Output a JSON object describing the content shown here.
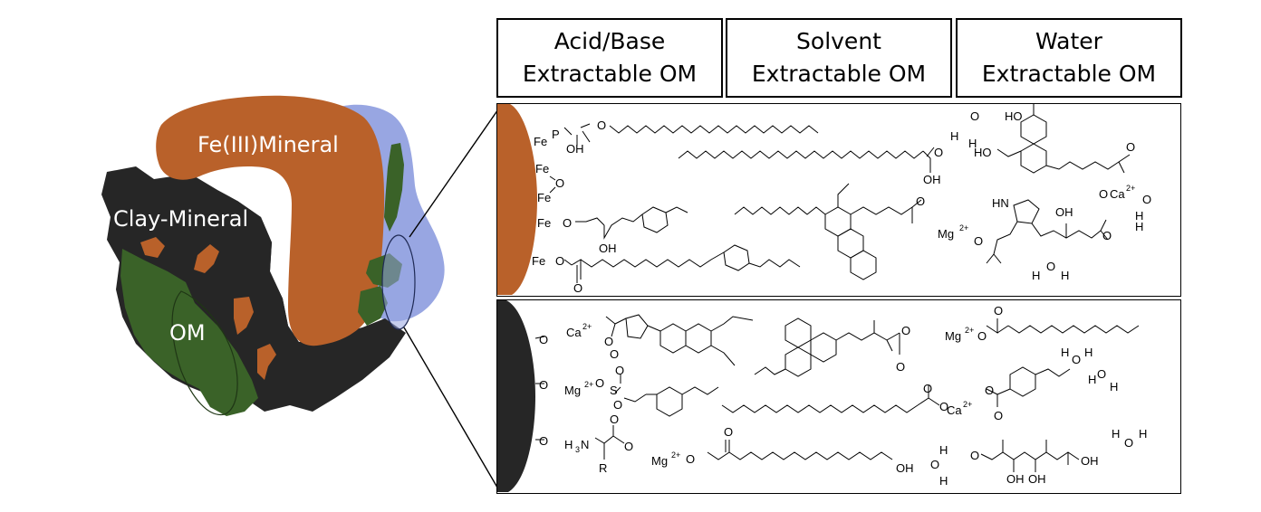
{
  "headers": [
    {
      "line1": "Acid/Base",
      "line2": "Extractable OM"
    },
    {
      "line1": "Solvent",
      "line2": "Extractable OM"
    },
    {
      "line1": "Water",
      "line2": "Extractable OM"
    }
  ],
  "particle_labels": {
    "fe_mineral": "Fe(III)Mineral",
    "clay_mineral": "Clay-Mineral",
    "om": "OM"
  },
  "colors": {
    "fe_mineral": "#b9612a",
    "clay_mineral": "#262626",
    "om": "#3a6228",
    "om_light": "#4e7a34",
    "blue_halo": "#98a6e2"
  },
  "top_panel_text": {
    "fe1": "Fe",
    "p": "P",
    "o_p": "O",
    "oh_p": "OH",
    "fe2": "Fe",
    "o_bridge": "O",
    "fe3": "Fe",
    "fe4": "Fe",
    "o_ether": "O",
    "oh_ether": "OH",
    "fe5": "Fe",
    "o_ester": "O",
    "o_ester_carbonyl": "O",
    "acid_o": "O",
    "acid_oh": "OH",
    "naph_o": "O",
    "mg": "Mg",
    "mg_charge": "2+",
    "water1_h": "H",
    "water1_o": "O",
    "water1_h2": "H",
    "ho_top": "HO",
    "ho_side": "HO",
    "carbox_o": "O",
    "nh": "HN",
    "oh_pyr": "OH",
    "pyr_o1": "O",
    "pyr_o2": "O",
    "pyr_o3": "O",
    "ca": "Ca",
    "ca_charge": "2+",
    "water2_o": "O",
    "water2_h1": "H",
    "water2_h2": "H",
    "water3": "H",
    "water3_o": "O",
    "water3_h2": "H"
  },
  "bottom_panel_text": {
    "o1": "O",
    "ca": "Ca",
    "ca_charge": "2+",
    "cyc_o1": "O",
    "cyc_o2": "O",
    "o2": "O",
    "mg1": "Mg",
    "mg1_charge": "2+",
    "s": "S",
    "so1": "O",
    "so2": "O",
    "so3": "O",
    "o3": "O",
    "h3n": "H",
    "h3n_n": "N",
    "h3n_3": "3",
    "aa_o1": "O",
    "aa_o2": "O",
    "aa_r": "R",
    "mg2": "Mg",
    "mg2_charge": "2+",
    "ester_o1": "O",
    "ester_o2": "O",
    "chain_oh": "OH",
    "phen_o1": "O",
    "phen_o2": "O",
    "mg3": "Mg",
    "mg3_charge": "2+",
    "dec_o1": "O",
    "dec_o2": "O",
    "lc_o1": "O",
    "lc_o2": "O",
    "ca2": "Ca",
    "ca2_charge": "2+",
    "benz_o1": "O",
    "benz_o2": "O",
    "w1_h1": "H",
    "w1_o": "O",
    "w1_h2": "H",
    "w2_h1": "H",
    "w2_o": "O",
    "w2_h2": "H",
    "w3_h1": "H",
    "w3_o": "O",
    "w3_h2": "H",
    "w4_h1": "H",
    "w4_o": "O",
    "w4_h2": "H",
    "sugar_o": "O",
    "sugar_oh1": "OH",
    "sugar_oh2": "OH",
    "sugar_oh3": "OH"
  }
}
